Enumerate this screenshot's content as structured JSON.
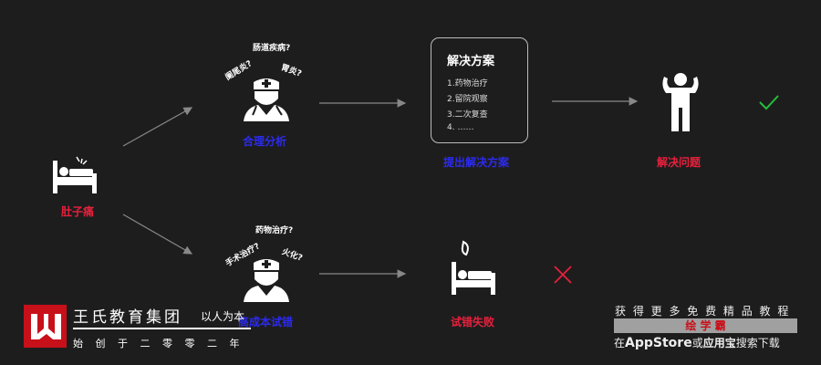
{
  "start": {
    "label": "肚子痛"
  },
  "top_doctor": {
    "label": "合理分析",
    "questions": [
      "肠道疾病?",
      "阑尾炎?",
      "胃炎?"
    ]
  },
  "bottom_doctor": {
    "label": "高成本试错",
    "questions": [
      "药物治疗?",
      "手术治疗?",
      "火化?"
    ]
  },
  "plan": {
    "title": "解决方案",
    "items": [
      "1.药物治疗",
      "2.留院观察",
      "3.二次复查",
      "4. ……"
    ],
    "label": "提出解决方案"
  },
  "solved": {
    "label": "解决问题"
  },
  "failed": {
    "label": "试错失败"
  },
  "footer": {
    "company": "王氏教育集团",
    "motto": "以人为本",
    "founded": "始 创 于 二 零 零 二 年"
  },
  "watermark": {
    "line1": "获 得 更 多 免 费 精 品 教 程",
    "brand": "绘 学 霸",
    "line3_a": "在",
    "line3_b": "AppStore",
    "line3_c": "或",
    "line3_d": "应用宝",
    "line3_e": "搜索下载"
  },
  "colors": {
    "background": "#1e1d1e",
    "red": "#e8203c",
    "blue": "#2b2bef",
    "check": "#22c03a"
  }
}
